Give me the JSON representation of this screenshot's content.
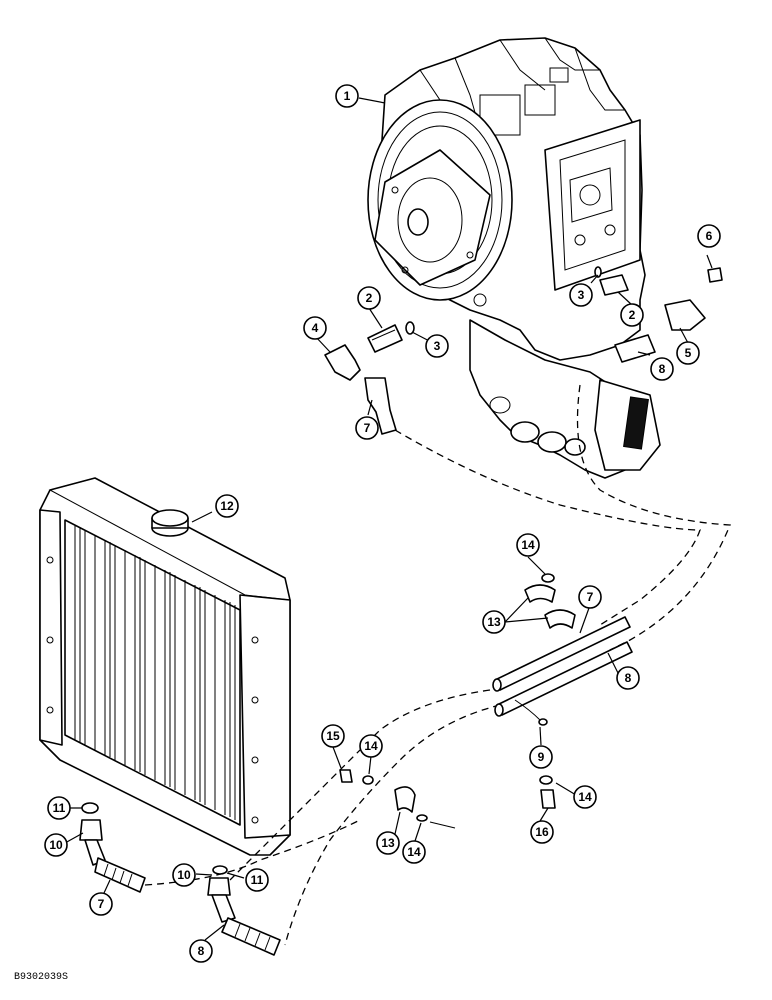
{
  "doc_id": "B9302039S",
  "callouts": {
    "c1": "1",
    "c2a": "2",
    "c2b": "2",
    "c3a": "3",
    "c3b": "3",
    "c4": "4",
    "c5": "5",
    "c6": "6",
    "c7a": "7",
    "c7b": "7",
    "c7c": "7",
    "c8a": "8",
    "c8b": "8",
    "c8c": "8",
    "c9": "9",
    "c10a": "10",
    "c10b": "10",
    "c11a": "11",
    "c11b": "11",
    "c12": "12",
    "c13a": "13",
    "c13b": "13",
    "c14a": "14",
    "c14b": "14",
    "c14c": "14",
    "c14d": "14",
    "c15": "15",
    "c16": "16"
  }
}
